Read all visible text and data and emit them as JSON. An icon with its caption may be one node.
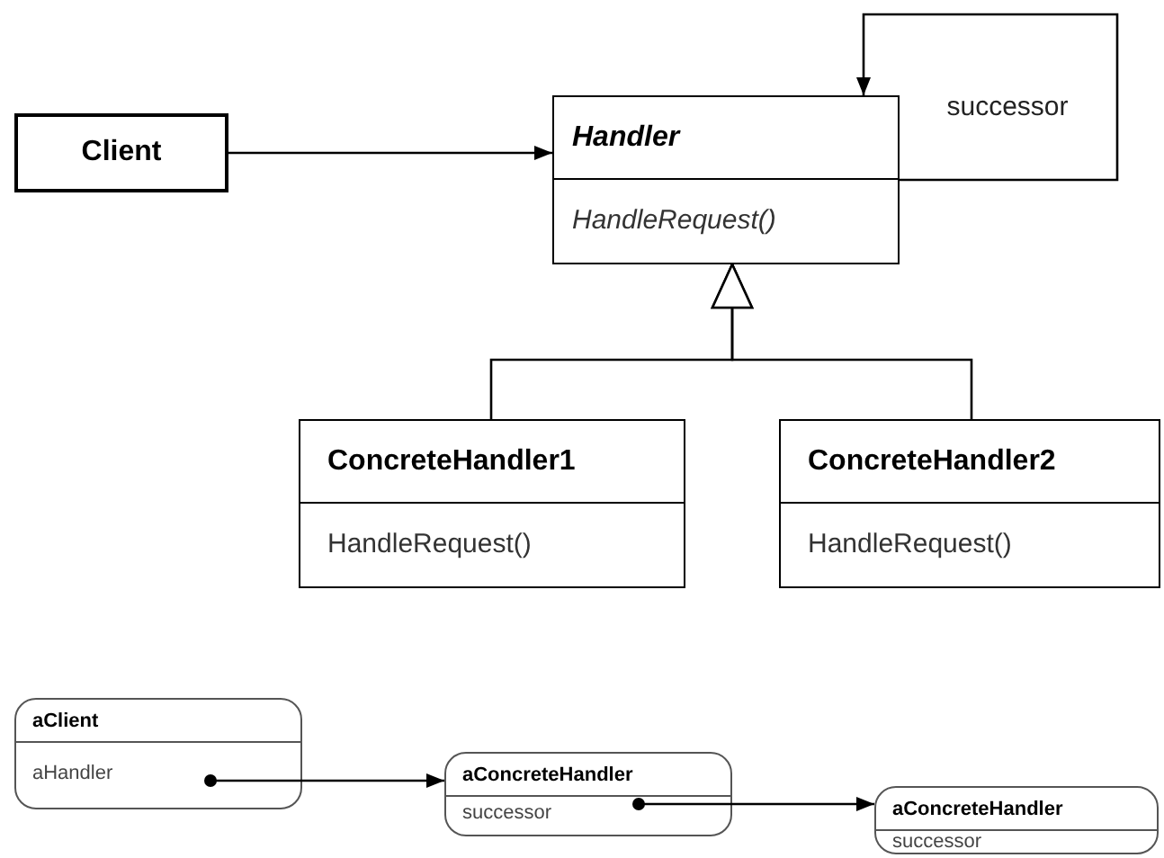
{
  "diagram": {
    "nodes": [
      {
        "text": [
          "Client"
        ]
      },
      {
        "text": [
          "Handler",
          "HandleRequest()"
        ]
      },
      {
        "text": [
          "ConcreteHandler1",
          "HandleRequest()"
        ]
      },
      {
        "text": [
          "ConcreteHandler2",
          "HandleRequest()"
        ]
      },
      {
        "text": [
          "aClient",
          "aHandler"
        ]
      },
      {
        "text": [
          "aConcreteHandler",
          "successor"
        ]
      },
      {
        "text": [
          "aConcreteHandler",
          "successor"
        ]
      }
    ],
    "edges": [
      {
        "from": 0,
        "to": 1,
        "arrow": "to"
      },
      {
        "from": 1,
        "to": 1,
        "arrow": "to",
        "label": "successor"
      },
      {
        "from": 2,
        "to": 1,
        "arrow": "to"
      },
      {
        "from": 3,
        "to": 1,
        "arrow": "to"
      },
      {
        "from": 4,
        "to": 5,
        "arrow": "to"
      },
      {
        "from": 5,
        "to": 6,
        "arrow": "to"
      }
    ]
  }
}
